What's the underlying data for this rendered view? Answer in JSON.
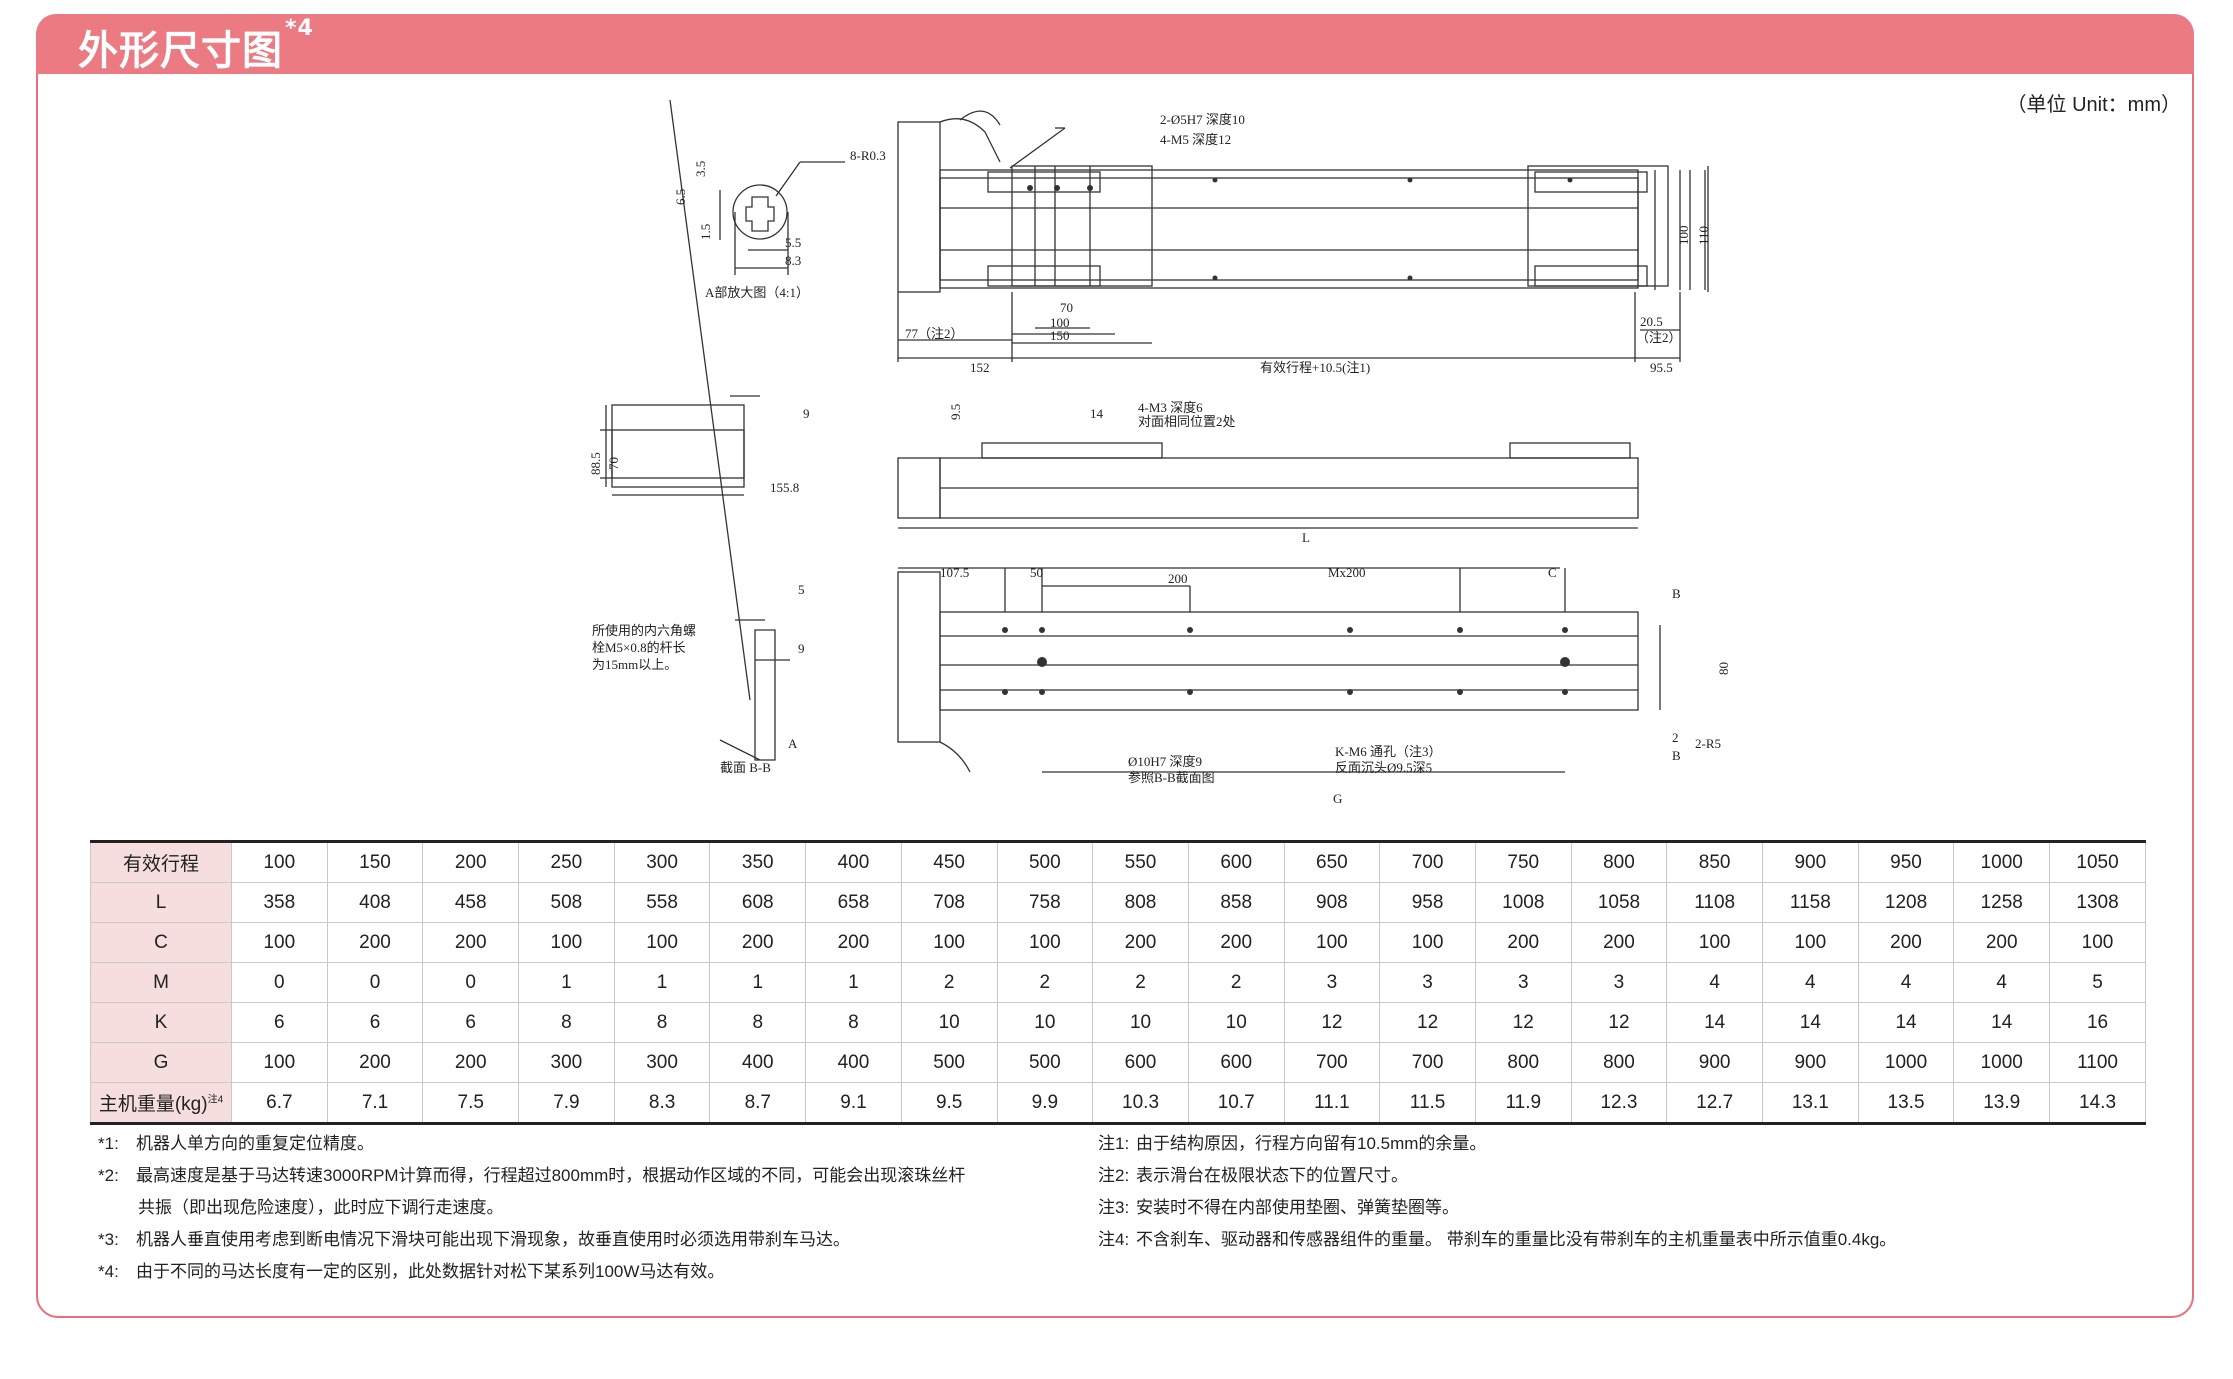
{
  "header": {
    "title": "外形尺寸图",
    "title_note": "*4",
    "unit": "（单位 Unit：mm）"
  },
  "drawing": {
    "labels": {
      "hole_2": "2-Ø5H7 深度10",
      "hole_4m5": "4-M5 深度12",
      "r03": "8-R0.3",
      "d35": "3.5",
      "d65": "6.5",
      "d15": "1.5",
      "d55": "5.5",
      "d83": "8.3",
      "detail_a": "A部放大图（4:1）",
      "d70": "70",
      "d100a": "100",
      "d150": "150",
      "d77": "77（注2）",
      "d152": "152",
      "stroke_expr": "有效行程+10.5(注1)",
      "d955": "95.5",
      "d205": "20.5",
      "note2": "（注2）",
      "h100": "100",
      "h110": "110",
      "d9a": "9",
      "d885": "88.5",
      "d70v": "70",
      "d1558": "155.8",
      "d95": "9.5",
      "d14": "14",
      "m3": "4-M3 深度6",
      "m3b": "对面相同位置2处",
      "L": "L",
      "d1075": "107.5",
      "d50": "50",
      "d200": "200",
      "mx200": "Mx200",
      "C": "C",
      "B1": "B",
      "B2": "B",
      "d80": "80",
      "d2": "2",
      "r5": "2-R5",
      "d5": "5",
      "d9b": "9",
      "bolt1": "所使用的内六角螺",
      "bolt2": "栓M5×0.8的杆长",
      "bolt3": "为15mm以上。",
      "A": "A",
      "section": "截面 B-B",
      "phi10a": "Ø10H7 深度9",
      "phi10b": "参照B-B截面图",
      "km6a": "K-M6 通孔（注3）",
      "km6b": "反面沉头Ø9.5深5",
      "G": "G"
    }
  },
  "table": {
    "header_label": "有效行程",
    "strokes": [
      "100",
      "150",
      "200",
      "250",
      "300",
      "350",
      "400",
      "450",
      "500",
      "550",
      "600",
      "650",
      "700",
      "750",
      "800",
      "850",
      "900",
      "950",
      "1000",
      "1050"
    ],
    "rows": [
      {
        "label": "L",
        "sup": "",
        "values": [
          "358",
          "408",
          "458",
          "508",
          "558",
          "608",
          "658",
          "708",
          "758",
          "808",
          "858",
          "908",
          "958",
          "1008",
          "1058",
          "1108",
          "1158",
          "1208",
          "1258",
          "1308"
        ]
      },
      {
        "label": "C",
        "sup": "",
        "values": [
          "100",
          "200",
          "200",
          "100",
          "100",
          "200",
          "200",
          "100",
          "100",
          "200",
          "200",
          "100",
          "100",
          "200",
          "200",
          "100",
          "100",
          "200",
          "200",
          "100"
        ]
      },
      {
        "label": "M",
        "sup": "",
        "values": [
          "0",
          "0",
          "0",
          "1",
          "1",
          "1",
          "1",
          "2",
          "2",
          "2",
          "2",
          "3",
          "3",
          "3",
          "3",
          "4",
          "4",
          "4",
          "4",
          "5"
        ]
      },
      {
        "label": "K",
        "sup": "",
        "values": [
          "6",
          "6",
          "6",
          "8",
          "8",
          "8",
          "8",
          "10",
          "10",
          "10",
          "10",
          "12",
          "12",
          "12",
          "12",
          "14",
          "14",
          "14",
          "14",
          "16"
        ]
      },
      {
        "label": "G",
        "sup": "",
        "values": [
          "100",
          "200",
          "200",
          "300",
          "300",
          "400",
          "400",
          "500",
          "500",
          "600",
          "600",
          "700",
          "700",
          "800",
          "800",
          "900",
          "900",
          "1000",
          "1000",
          "1100"
        ]
      },
      {
        "label": "主机重量(kg)",
        "sup": "注4",
        "values": [
          "6.7",
          "7.1",
          "7.5",
          "7.9",
          "8.3",
          "8.7",
          "9.1",
          "9.5",
          "9.9",
          "10.3",
          "10.7",
          "11.1",
          "11.5",
          "11.9",
          "12.3",
          "12.7",
          "13.1",
          "13.5",
          "13.9",
          "14.3"
        ]
      }
    ]
  },
  "notes_left": [
    {
      "k": "*1:",
      "t": "机器人单方向的重复定位精度。"
    },
    {
      "k": "*2:",
      "t": "最高速度是基于马达转速3000RPM计算而得，行程超过800mm时，根据动作区域的不同，可能会出现滚珠丝杆"
    },
    {
      "k": "",
      "t": "共振（即出现危险速度），此时应下调行走速度。"
    },
    {
      "k": "*3:",
      "t": "机器人垂直使用考虑到断电情况下滑块可能出现下滑现象，故垂直使用时必须选用带刹车马达。"
    },
    {
      "k": "*4:",
      "t": "由于不同的马达长度有一定的区别，此处数据针对松下某系列100W马达有效。"
    }
  ],
  "notes_right": [
    {
      "k": "注1:",
      "t": "由于结构原因，行程方向留有10.5mm的余量。"
    },
    {
      "k": "注2:",
      "t": "表示滑台在极限状态下的位置尺寸。"
    },
    {
      "k": "注3:",
      "t": "安装时不得在内部使用垫圈、弹簧垫圈等。"
    },
    {
      "k": "注4:",
      "t": "不含刹车、驱动器和传感器组件的重量。 带刹车的重量比没有带刹车的主机重量表中所示值重0.4kg。"
    }
  ]
}
